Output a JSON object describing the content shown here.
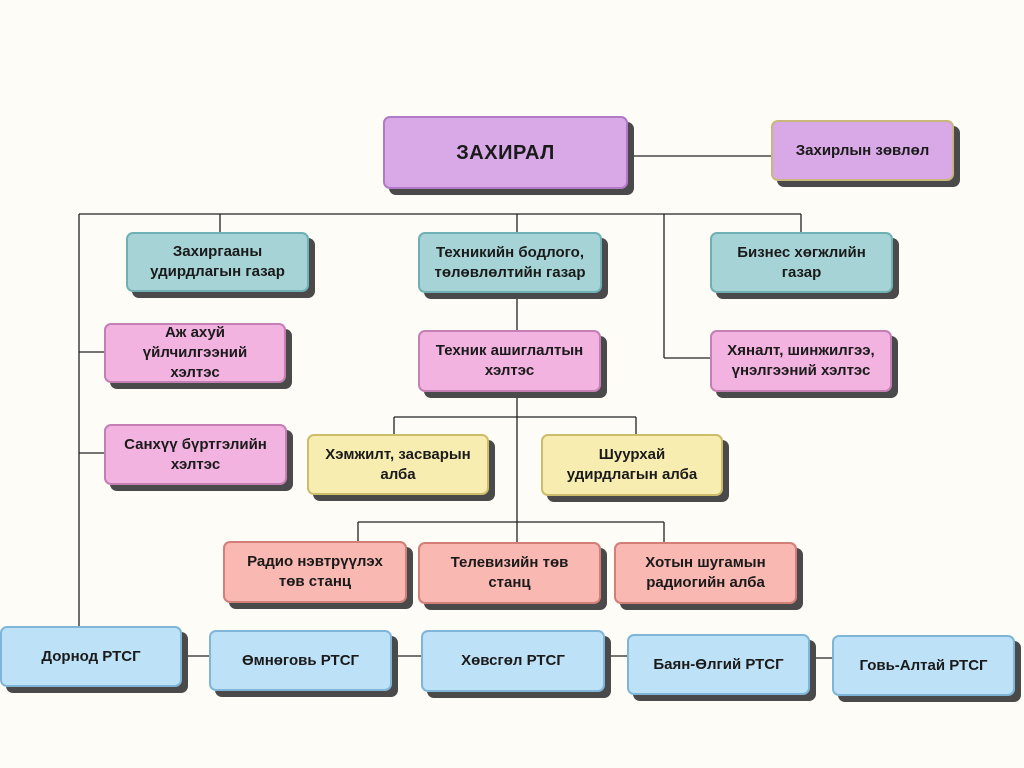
{
  "director": "ЗАХИРАЛ",
  "board": "Захирлын зөвлөл",
  "departments": {
    "admin": "Захиргааны удирдлагын газар",
    "tech_policy": "Техникийн бодлого, төлөвлөлтийн газар",
    "business": "Бизнес хөгжлийн газар"
  },
  "units": {
    "household": "Аж ахуй үйлчилгээний хэлтэс",
    "finance": "Санхүү бүртгэлийн хэлтэс",
    "tech_operation": "Техник ашиглалтын хэлтэс",
    "monitoring": "Хяналт, шинжилгээ, үнэлгээний хэлтэс",
    "measurement": "Хэмжилт, засварын алба",
    "mining": "Шуурхай удирдлагын алба"
  },
  "stations": {
    "radio": "Радио нэвтрүүлэх төв станц",
    "tv": "Телевизийн төв станц",
    "city_radio": "Хотын шугамын радиогийн алба"
  },
  "branches": [
    "Дорнод РТСГ",
    "Өмнөговь РТСГ",
    "Хөвсгөл РТСГ",
    "Баян-Өлгий РТСГ",
    "Говь-Алтай РТСГ"
  ]
}
